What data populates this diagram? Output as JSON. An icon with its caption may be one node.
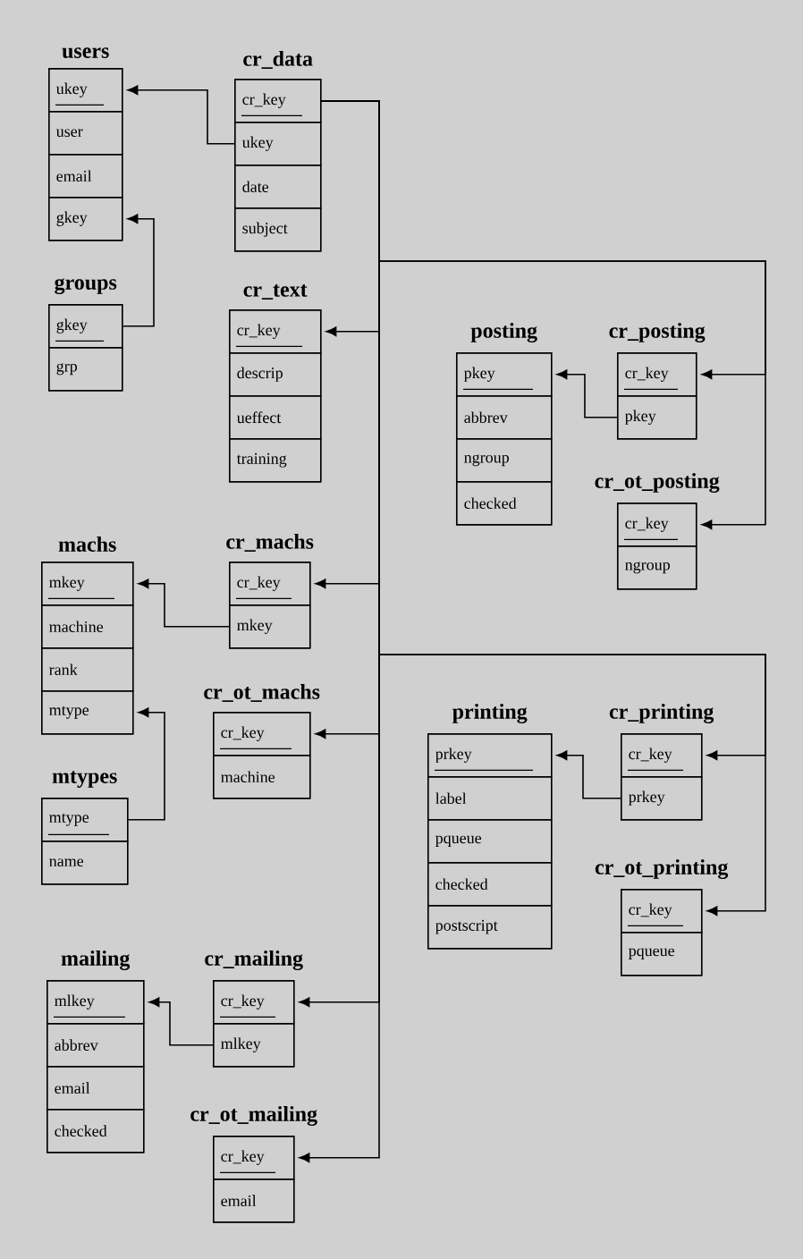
{
  "diagram": {
    "nodes": [
      {
        "text": [
          "users"
        ]
      },
      {
        "text": [
          "ukey"
        ],
        "in": 0
      },
      {
        "text": [
          "user"
        ],
        "in": 0
      },
      {
        "text": [
          "email"
        ],
        "in": 0
      },
      {
        "text": [
          "gkey"
        ],
        "in": 0
      },
      {
        "text": [
          "cr_data"
        ]
      },
      {
        "text": [
          "cr_key"
        ],
        "in": 5
      },
      {
        "text": [
          "ukey"
        ],
        "in": 5
      },
      {
        "text": [
          "date"
        ],
        "in": 5
      },
      {
        "text": [
          "subject"
        ],
        "in": 5
      },
      {
        "text": [
          "groups"
        ]
      },
      {
        "text": [
          "gkey"
        ],
        "in": 10
      },
      {
        "text": [
          "grp"
        ],
        "in": 10
      },
      {
        "text": [
          "cr_text"
        ]
      },
      {
        "text": [
          "cr_key"
        ],
        "in": 13
      },
      {
        "text": [
          "descrip"
        ],
        "in": 13
      },
      {
        "text": [
          "ueffect"
        ],
        "in": 13
      },
      {
        "text": [
          "training"
        ],
        "in": 13
      },
      {
        "text": [
          "posting"
        ]
      },
      {
        "text": [
          "pkey"
        ],
        "in": 18
      },
      {
        "text": [
          "abbrev"
        ],
        "in": 18
      },
      {
        "text": [
          "ngroup"
        ],
        "in": 18
      },
      {
        "text": [
          "checked"
        ],
        "in": 18
      },
      {
        "text": [
          "cr_posting"
        ]
      },
      {
        "text": [
          "cr_key"
        ],
        "in": 23
      },
      {
        "text": [
          "pkey"
        ],
        "in": 23
      },
      {
        "text": [
          "cr_ot_posting"
        ]
      },
      {
        "text": [
          "cr_key"
        ],
        "in": 26
      },
      {
        "text": [
          "ngroup"
        ],
        "in": 26
      },
      {
        "text": [
          "machs"
        ]
      },
      {
        "text": [
          "mkey"
        ],
        "in": 29
      },
      {
        "text": [
          "machine"
        ],
        "in": 29
      },
      {
        "text": [
          "rank"
        ],
        "in": 29
      },
      {
        "text": [
          "mtype"
        ],
        "in": 29
      },
      {
        "text": [
          "cr_machs"
        ]
      },
      {
        "text": [
          "cr_key"
        ],
        "in": 34
      },
      {
        "text": [
          "mkey"
        ],
        "in": 34
      },
      {
        "text": [
          "cr_ot_machs"
        ]
      },
      {
        "text": [
          "cr_key"
        ],
        "in": 37
      },
      {
        "text": [
          "machine"
        ],
        "in": 37
      },
      {
        "text": [
          "mtypes"
        ]
      },
      {
        "text": [
          "mtype"
        ],
        "in": 40
      },
      {
        "text": [
          "name"
        ],
        "in": 40
      },
      {
        "text": [
          "printing"
        ]
      },
      {
        "text": [
          "prkey"
        ],
        "in": 43
      },
      {
        "text": [
          "label"
        ],
        "in": 43
      },
      {
        "text": [
          "pqueue"
        ],
        "in": 43
      },
      {
        "text": [
          "checked"
        ],
        "in": 43
      },
      {
        "text": [
          "postscript"
        ],
        "in": 43
      },
      {
        "text": [
          "cr_printing"
        ]
      },
      {
        "text": [
          "cr_key"
        ],
        "in": 49
      },
      {
        "text": [
          "prkey"
        ],
        "in": 49
      },
      {
        "text": [
          "cr_ot_printing"
        ]
      },
      {
        "text": [
          "cr_key"
        ],
        "in": 52
      },
      {
        "text": [
          "pqueue"
        ],
        "in": 52
      },
      {
        "text": [
          "mailing"
        ]
      },
      {
        "text": [
          "mlkey"
        ],
        "in": 55
      },
      {
        "text": [
          "abbrev"
        ],
        "in": 55
      },
      {
        "text": [
          "email"
        ],
        "in": 55
      },
      {
        "text": [
          "checked"
        ],
        "in": 55
      },
      {
        "text": [
          "cr_mailing"
        ]
      },
      {
        "text": [
          "cr_key"
        ],
        "in": 60
      },
      {
        "text": [
          "mlkey"
        ],
        "in": 60
      },
      {
        "text": [
          "cr_ot_mailing"
        ]
      },
      {
        "text": [
          "cr_key"
        ],
        "in": 63
      },
      {
        "text": [
          "email"
        ],
        "in": 63
      }
    ],
    "edges": [
      {
        "from": 7,
        "to": 1,
        "arrow": "to"
      },
      {
        "from": 11,
        "to": 4,
        "arrow": "to"
      },
      {
        "from": 6,
        "to": 14,
        "arrow": "to"
      },
      {
        "from": 6,
        "to": 24,
        "arrow": "to"
      },
      {
        "from": 6,
        "to": 27,
        "arrow": "to"
      },
      {
        "from": 25,
        "to": 19,
        "arrow": "to"
      },
      {
        "from": 6,
        "to": 35,
        "arrow": "to"
      },
      {
        "from": 36,
        "to": 30,
        "arrow": "to"
      },
      {
        "from": 6,
        "to": 38,
        "arrow": "to"
      },
      {
        "from": 41,
        "to": 33,
        "arrow": "to"
      },
      {
        "from": 6,
        "to": 50,
        "arrow": "to"
      },
      {
        "from": 6,
        "to": 53,
        "arrow": "to"
      },
      {
        "from": 51,
        "to": 44,
        "arrow": "to"
      },
      {
        "from": 6,
        "to": 61,
        "arrow": "to"
      },
      {
        "from": 6,
        "to": 64,
        "arrow": "to"
      },
      {
        "from": 62,
        "to": 56,
        "arrow": "to"
      }
    ]
  }
}
